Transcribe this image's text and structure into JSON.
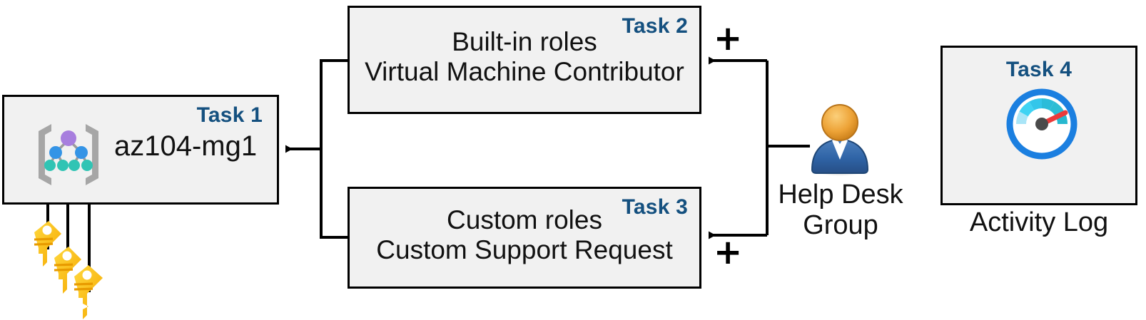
{
  "diagram": {
    "title": "Azure RBAC task diagram",
    "accent_color": "#14507f",
    "box_fill": "#f1f1f1",
    "box_border": "#000000"
  },
  "task1": {
    "label": "Task 1",
    "title": "az104-mg1",
    "icon": "management-group-icon"
  },
  "task2": {
    "label": "Task 2",
    "line1": "Built-in roles",
    "line2": "Virtual Machine Contributor"
  },
  "task3": {
    "label": "Task 3",
    "line1": "Custom roles",
    "line2": "Custom Support Request"
  },
  "task4": {
    "label": "Task 4",
    "title": "Activity Log",
    "icon": "gauge-icon"
  },
  "help_desk": {
    "line1": "Help Desk",
    "line2": "Group",
    "icon": "user-group-icon"
  },
  "keys": {
    "icon": "keys-icon",
    "count": 3
  },
  "operators": {
    "plus_top": "+",
    "plus_bottom": "+"
  }
}
